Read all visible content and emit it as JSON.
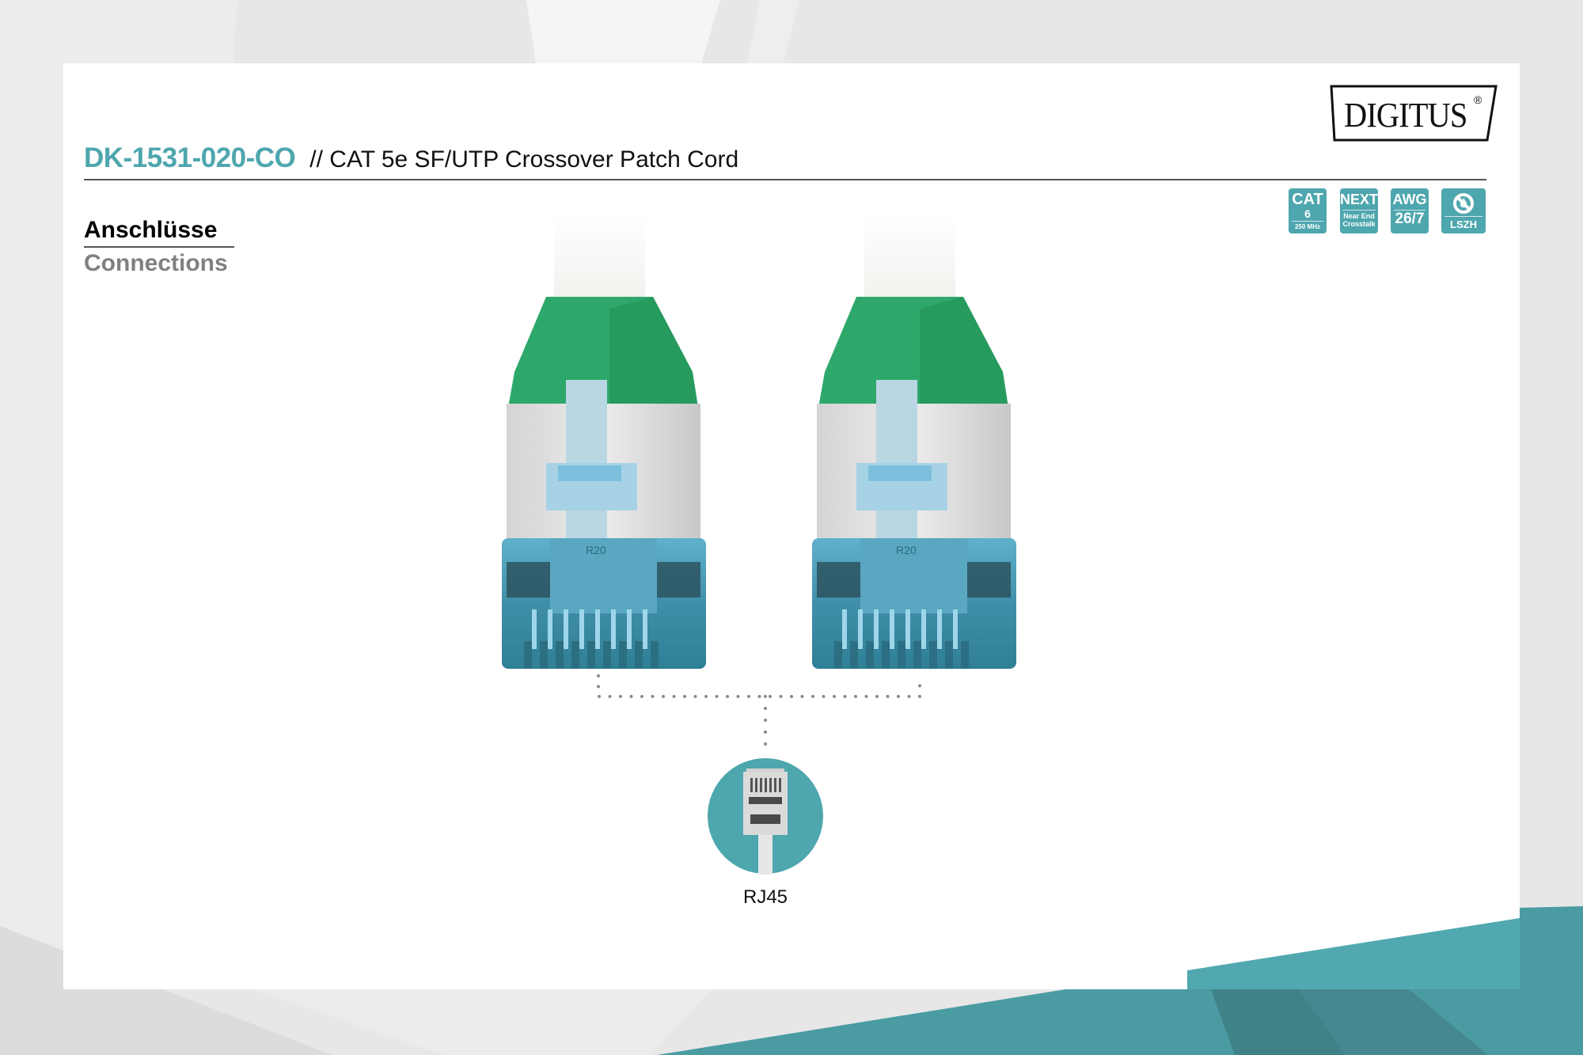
{
  "header": {
    "sku": "DK-1531-020-CO",
    "description": "// CAT 5e SF/UTP Crossover Patch Cord",
    "brand": "DIGITUS",
    "brand_mark": "®"
  },
  "section": {
    "title_de": "Anschlüsse",
    "title_en": "Connections"
  },
  "badges": [
    {
      "top": "CAT",
      "middle": "6",
      "bottom": "250 MHz"
    },
    {
      "top": "NEXT",
      "bottom_line1": "Near End",
      "bottom_line2": "Crosstalk"
    },
    {
      "top": "AWG",
      "bottom": "26/7"
    },
    {
      "icon": "no-fire-icon",
      "bottom": "LSZH"
    }
  ],
  "connector": {
    "label": "RJ45",
    "icon": "rj45-plug-icon",
    "photo_marking": "R20"
  },
  "colors": {
    "accent_teal": "#4ea6ae",
    "boot_green": "#2ea86a",
    "background_gray": "#e7e7e7"
  }
}
